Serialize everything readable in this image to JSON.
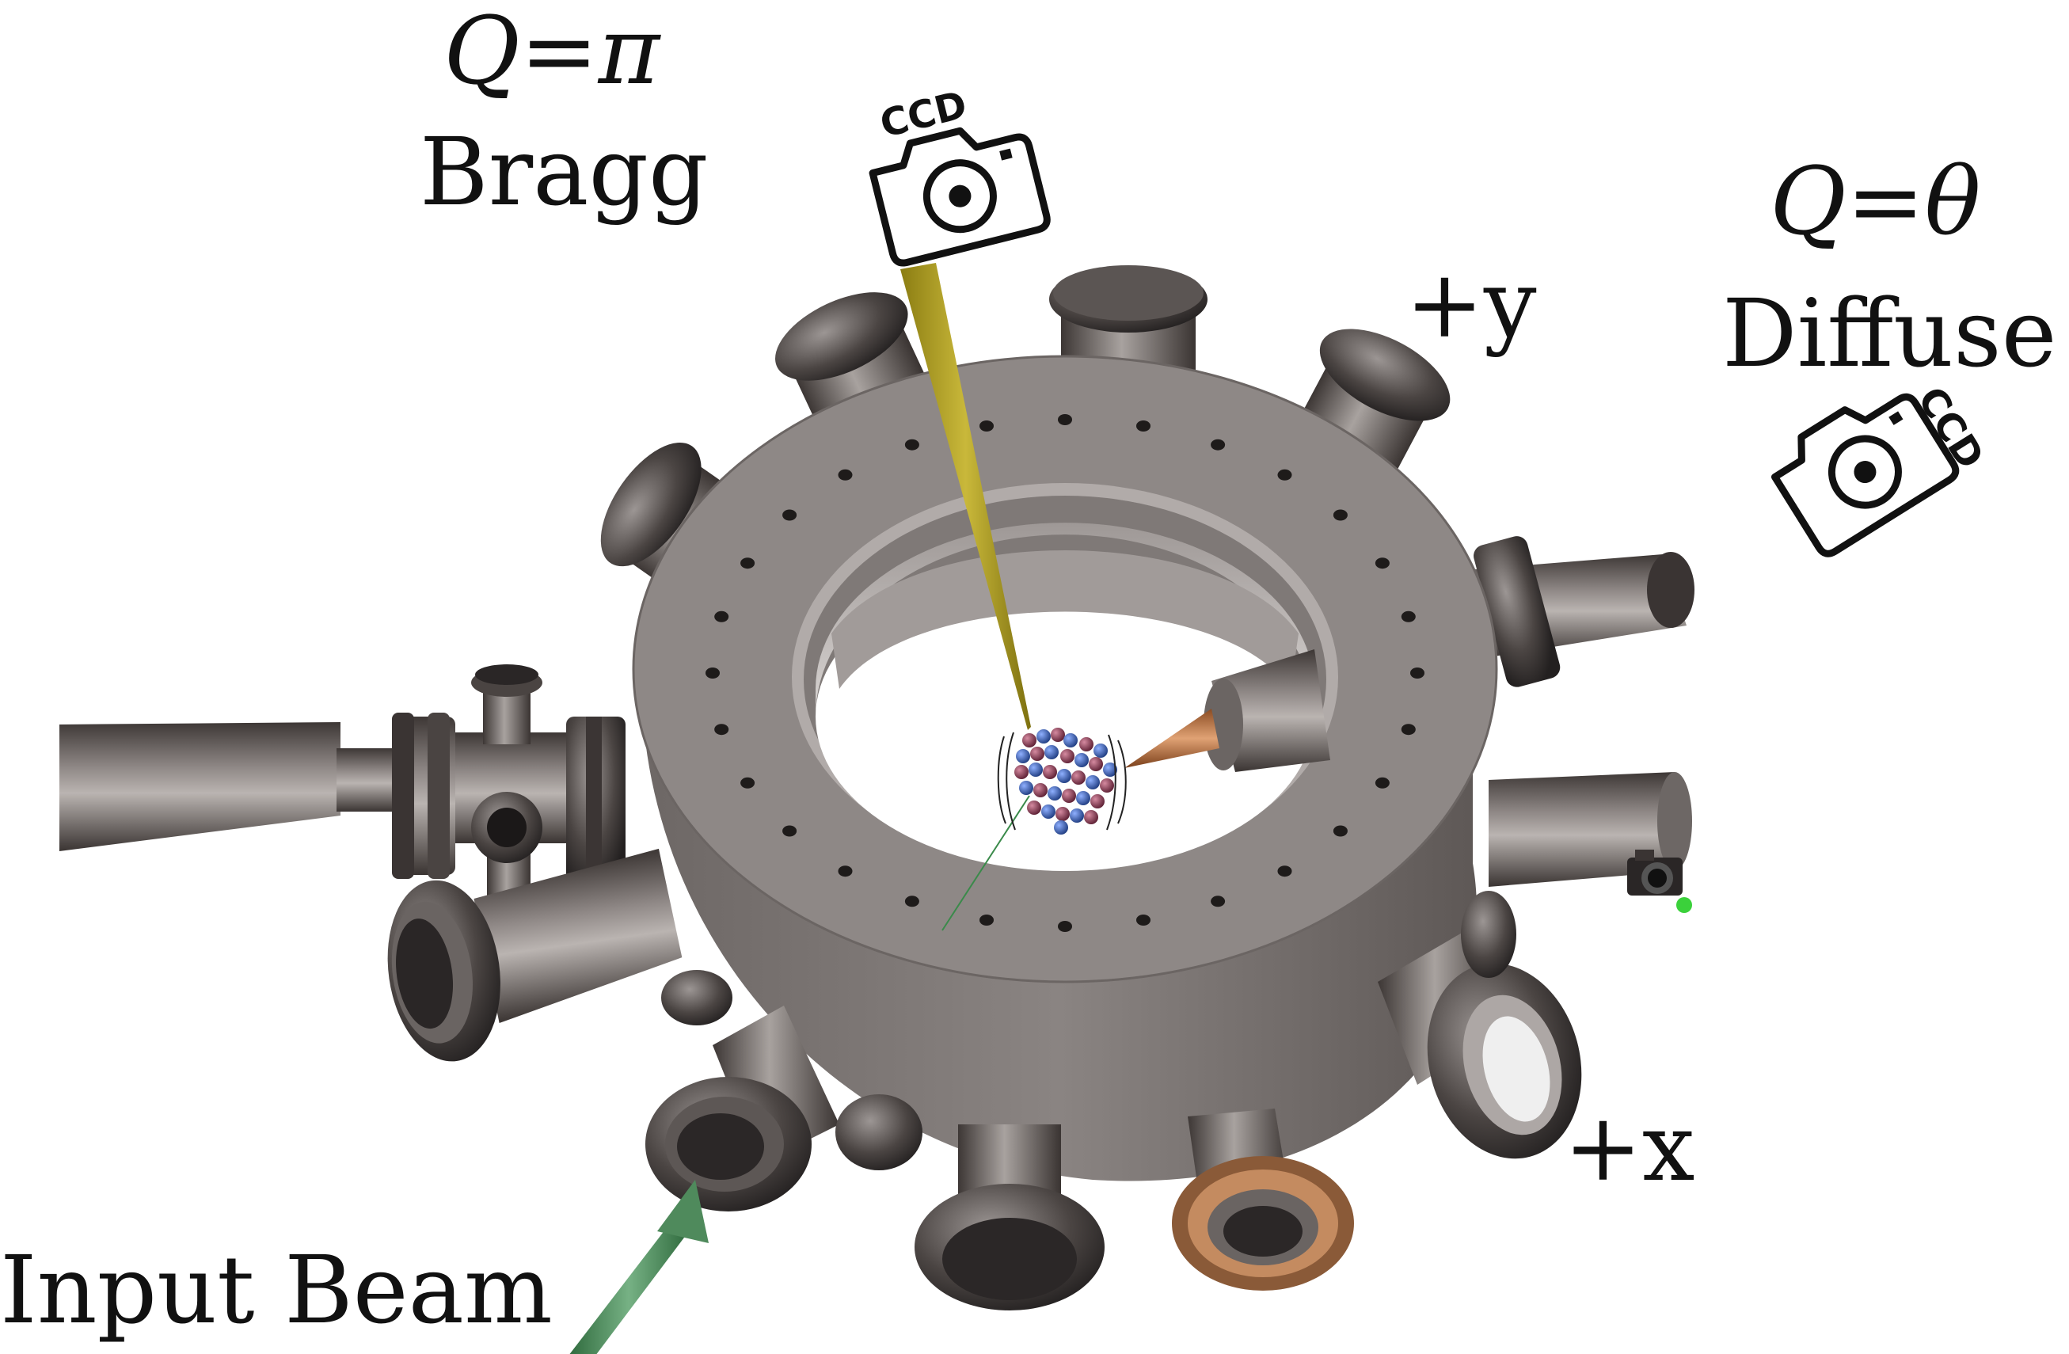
{
  "labels": {
    "bragg_q": "Q=π",
    "bragg_name": "Bragg",
    "diffuse_q": "Q=θ",
    "diffuse_name": "Diffuse",
    "plus_y": "+y",
    "plus_x": "+x",
    "input_beam": "Input Beam"
  },
  "cameras": {
    "bragg_camera_text": "CCD",
    "diffuse_camera_text": "CCD"
  },
  "colors": {
    "chamber": "#8e8886",
    "beam_cone": "#b3a424",
    "tip": "#c98552",
    "atom_blue": "#2a4f9a",
    "atom_red": "#7a3144",
    "arrow": "#4f8a5c",
    "dot_green": "#3bd13b"
  }
}
